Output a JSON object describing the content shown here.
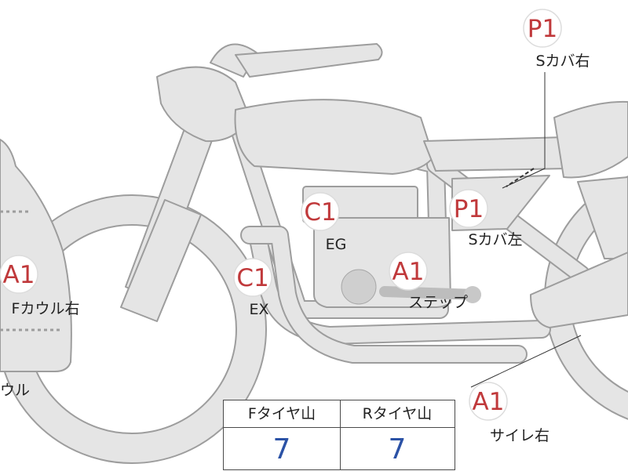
{
  "markers": [
    {
      "code": "P1",
      "label": "Sカバ右"
    },
    {
      "code": "C1",
      "label": "EG"
    },
    {
      "code": "P1",
      "label": "Sカバ左"
    },
    {
      "code": "A1",
      "label": "Fカウル右"
    },
    {
      "code": "C1",
      "label": "EX"
    },
    {
      "code": "A1",
      "label": "ステップ"
    },
    {
      "code": "A1",
      "label": "サイレ右"
    }
  ],
  "fragment_label": "ウル",
  "tire_table": {
    "front_header": "Fタイヤ山",
    "front_value": "7",
    "rear_header": "Rタイヤ山",
    "rear_value": "7"
  },
  "colors": {
    "badge_text": "#c0393b",
    "body_fill": "#e5e5e5",
    "outline": "#9d9d9d",
    "tire_value": "#2b52a6"
  }
}
